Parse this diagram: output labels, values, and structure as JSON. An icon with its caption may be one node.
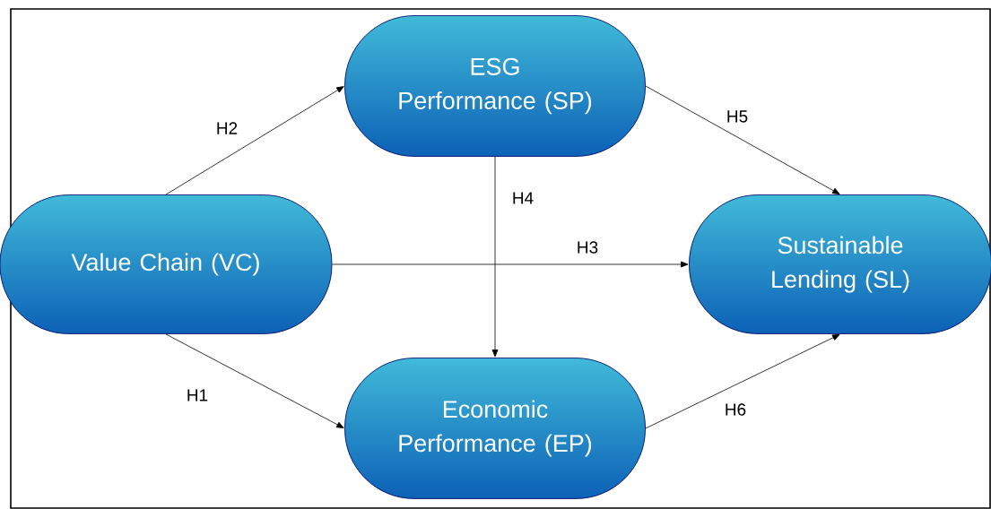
{
  "diagram": {
    "nodes": [
      {
        "text": [
          "ESG Performance (SP)"
        ]
      },
      {
        "text": [
          "Value Chain (VC)"
        ]
      },
      {
        "text": [
          "Sustainable Lending (SL)"
        ]
      },
      {
        "text": [
          "Economic Performance (EP)"
        ]
      }
    ],
    "edges": [
      {
        "from": 1,
        "to": 0,
        "arrow": "to",
        "label": "H2"
      },
      {
        "from": 0,
        "to": 2,
        "arrow": "to",
        "label": "H5"
      },
      {
        "from": 0,
        "to": 3,
        "arrow": "to",
        "label": "H4"
      },
      {
        "from": 1,
        "to": 2,
        "arrow": "to",
        "label": "H3"
      },
      {
        "from": 1,
        "to": 3,
        "arrow": "to",
        "label": "H1"
      },
      {
        "from": 3,
        "to": 2,
        "arrow": "to",
        "label": "H6"
      }
    ]
  }
}
